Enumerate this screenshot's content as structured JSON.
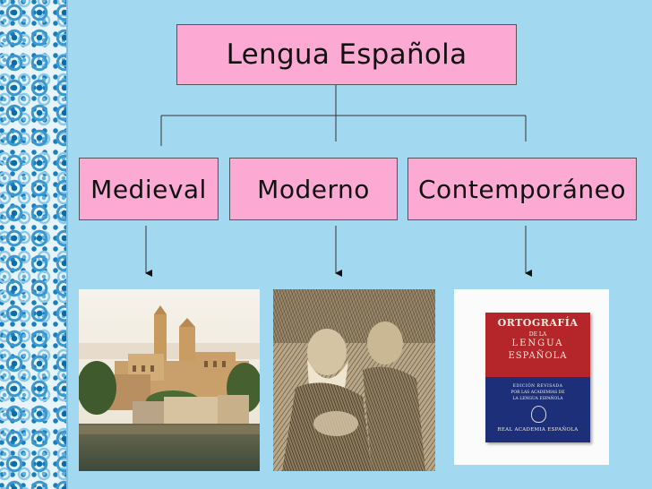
{
  "diagram": {
    "root": {
      "label": "Lengua Española"
    },
    "categories": [
      {
        "label": "Medieval"
      },
      {
        "label": "Moderno"
      },
      {
        "label": "Contemporáneo"
      }
    ],
    "images": [
      {
        "depicts": "medieval-city-river"
      },
      {
        "depicts": "engraving-old-men"
      },
      {
        "depicts": "ortografia-book-cover"
      }
    ],
    "book_cover": {
      "title_line1": "ORTOGRAFÍA",
      "title_line2": "DE LA",
      "title_line3": "LENGUA",
      "title_line4": "ESPAÑOLA",
      "subtitle_line1": "EDICIÓN REVISADA",
      "subtitle_line2": "POR LAS ACADEMIAS DE",
      "subtitle_line3": "LA LENGUA ESPAÑOLA",
      "publisher": "REAL ACADEMIA ESPAÑOLA"
    }
  },
  "colors": {
    "background": "#a3d8f1",
    "box_fill": "#fca9d3",
    "book_red": "#b5262b",
    "book_blue": "#1d2f78"
  }
}
